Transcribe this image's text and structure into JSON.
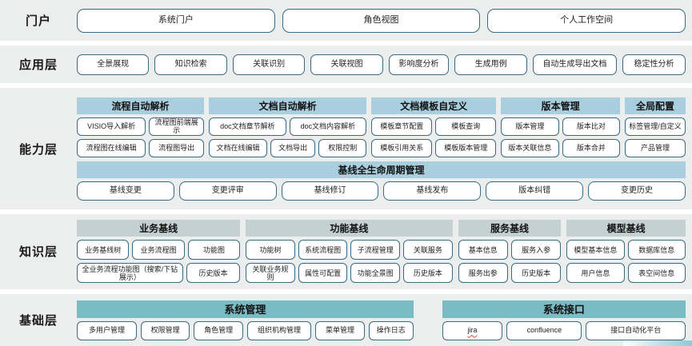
{
  "layers": [
    {
      "label": "门户",
      "items": [
        "系统门户",
        "角色视图",
        "个人工作空间"
      ]
    },
    {
      "label": "应用层",
      "items": [
        "全景展现",
        "知识检索",
        "关联识别",
        "关联视图",
        "影响度分析",
        "生成用例",
        "自动生成导出文档",
        "稳定性分析"
      ]
    },
    {
      "label": "能力层",
      "groups": [
        {
          "title": "流程自动解析",
          "rows": [
            [
              "VISIO导入解析",
              "流程图前端展示"
            ],
            [
              "流程图在线编辑",
              "流程图导出"
            ]
          ]
        },
        {
          "title": "文档自动解析",
          "rows": [
            [
              "doc文档章节解析",
              "doc文档内容解析"
            ],
            [
              "文档在线编辑",
              "文档导出",
              "权限控制"
            ]
          ]
        },
        {
          "title": "文档模板自定义",
          "rows": [
            [
              "模板章节配置",
              "模板查询"
            ],
            [
              "模板引用关系",
              "模板版本管理"
            ]
          ]
        },
        {
          "title": "版本管理",
          "rows": [
            [
              "版本管理",
              "版本比对"
            ],
            [
              "版本关联信息",
              "版本合并"
            ]
          ]
        },
        {
          "title": "全局配置",
          "rows": [
            [
              "标签管理/自定义"
            ],
            [
              "产品管理"
            ]
          ]
        }
      ],
      "baseline": {
        "title": "基线全生命周期管理",
        "items": [
          "基线变更",
          "变更评审",
          "基线修订",
          "基线发布",
          "版本纠错",
          "变更历史"
        ]
      }
    },
    {
      "label": "知识层",
      "groups": [
        {
          "title": "业务基线",
          "rows": [
            [
              "业务基线树",
              "业务流程图",
              "功能图"
            ],
            [
              "全业务流程功能图（搜索/下钻展示）",
              "历史版本"
            ]
          ]
        },
        {
          "title": "功能基线",
          "rows": [
            [
              "功能树",
              "系统流程图",
              "子流程管理",
              "关联服务"
            ],
            [
              "关联业务规则",
              "属性可配置",
              "功能全景图",
              "历史版本"
            ]
          ]
        },
        {
          "title": "服务基线",
          "rows": [
            [
              "基本信息",
              "服务入参"
            ],
            [
              "服务出参",
              "历史版本"
            ]
          ]
        },
        {
          "title": "模型基线",
          "rows": [
            [
              "模型基本信息",
              "数据库信息"
            ],
            [
              "用户信息",
              "表空间信息"
            ]
          ]
        }
      ]
    },
    {
      "label": "基础层",
      "groups": [
        {
          "title": "系统管理",
          "rows": [
            [
              "多用户管理",
              "权限管理",
              "角色管理",
              "组织机构管理",
              "菜单管理",
              "操作日志"
            ]
          ]
        },
        {
          "title": "系统接口",
          "rows": [
            [
              "jira",
              "confluence",
              "接口自动化平台"
            ]
          ]
        }
      ]
    }
  ],
  "colors": {
    "band_bg": "#eceded",
    "pill_border": "#376a83",
    "capability_header": "#a9cfdf",
    "knowledge_header": "#c5d0d2",
    "base_header": "#79bcc4",
    "jira_underline": "#d94b3a"
  }
}
